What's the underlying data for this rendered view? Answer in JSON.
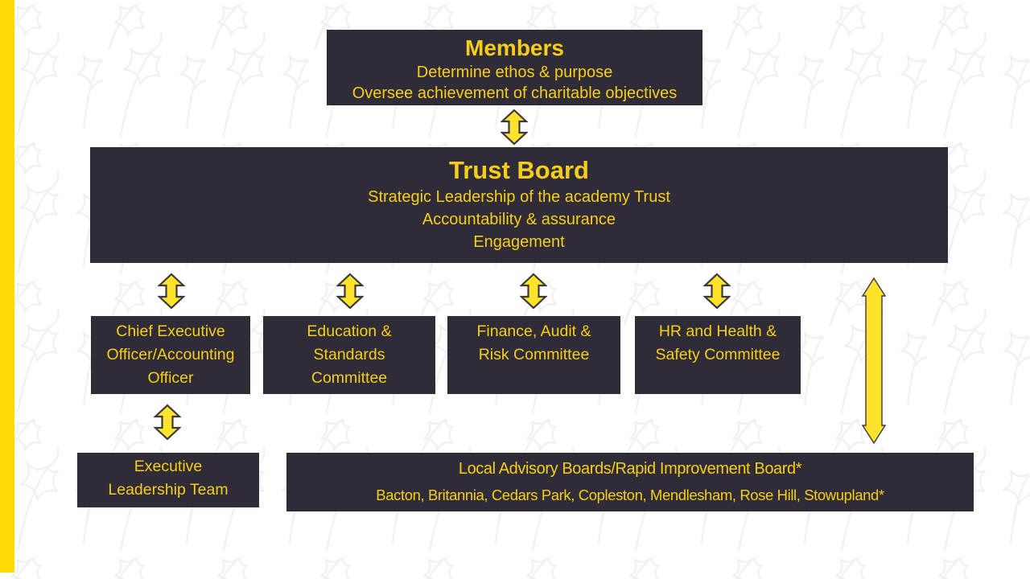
{
  "theme": {
    "page_background": "#ffffff",
    "accent_bar": "#ffd903",
    "box_background": "#2f2c38",
    "box_text": "#f7ce17",
    "arrow_fill": "#ffe22b",
    "arrow_outline": "#3a3a3a",
    "watermark": "#f1f1f1"
  },
  "boxes": {
    "members": {
      "title": "Members",
      "lines": [
        "Determine ethos & purpose",
        "Oversee achievement of charitable objectives"
      ]
    },
    "trust_board": {
      "title": "Trust Board",
      "lines": [
        "Strategic Leadership of the academy Trust",
        "Accountability & assurance",
        "Engagement"
      ]
    },
    "ceo": {
      "label": "Chief Executive Officer/Accounting Officer",
      "lines": [
        "Chief Executive",
        "Officer/Accounting",
        "Officer"
      ]
    },
    "education": {
      "label": "Education & Standards Committee",
      "lines": [
        "Education &",
        "Standards",
        "Committee"
      ]
    },
    "finance": {
      "label": "Finance, Audit & Risk Committee",
      "lines": [
        "Finance, Audit &",
        "Risk Committee"
      ]
    },
    "hr": {
      "label": "HR and Health & Safety Committee",
      "lines": [
        "HR and Health &",
        "Safety Committee"
      ]
    },
    "elt": {
      "label": "Executive Leadership Team",
      "lines": [
        "Executive",
        "Leadership Team"
      ]
    },
    "lab": {
      "title": "Local Advisory Boards/Rapid Improvement Board*",
      "schools": "Bacton, Britannia, Cedars Park, Copleston, Mendlesham, Rose Hill, Stowupland*"
    }
  }
}
